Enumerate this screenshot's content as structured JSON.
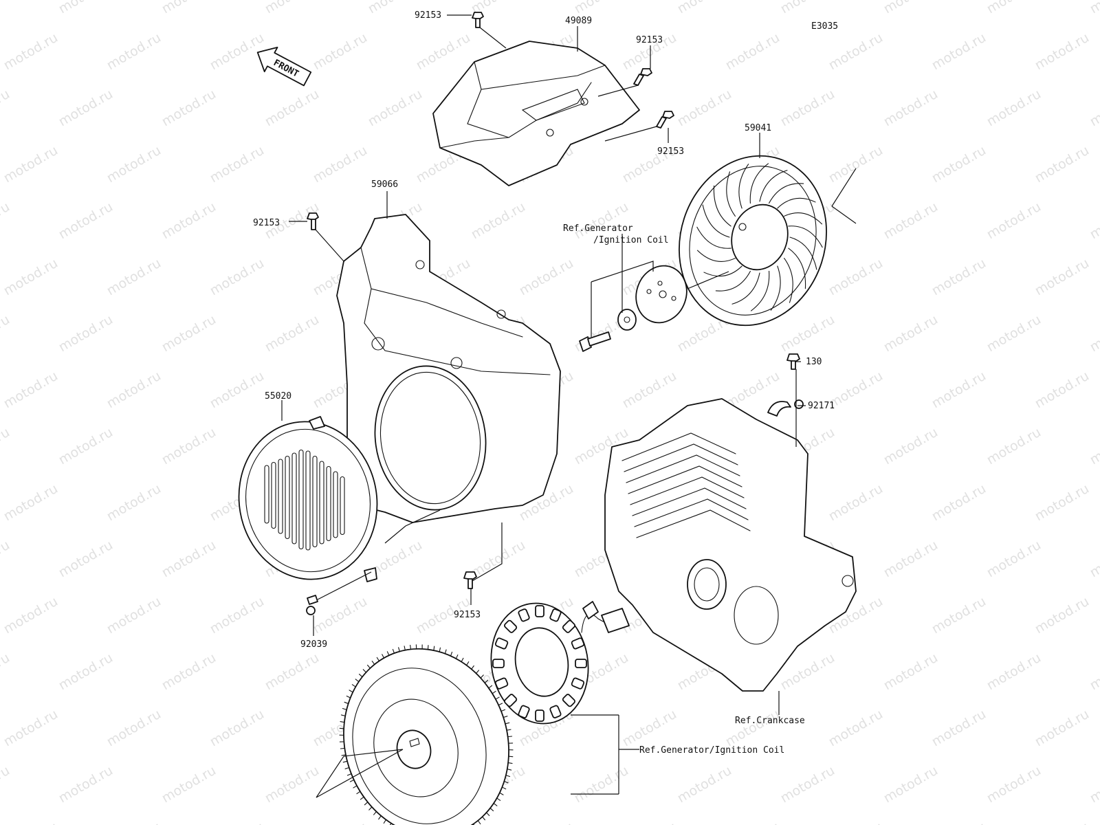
{
  "diagram_code": "E3035",
  "watermark": "motod.ru",
  "direction_label": "FRONT",
  "parts": {
    "cover_top": "49089",
    "bolt_a": "92153",
    "bolt_b": "92153",
    "bolt_c": "92153",
    "bolt_d": "92153",
    "bolt_e": "92153",
    "fan": "59041",
    "fan_housing": "59066",
    "screen": "55020",
    "screw_92039": "92039",
    "bolt_130": "130",
    "clamp": "92171"
  },
  "references": {
    "gen_ign_top_line1": "Ref.Generator",
    "gen_ign_top_line2": "/Ignition Coil",
    "crankcase": "Ref.Crankcase",
    "gen_ign_bottom": "Ref.Generator/Ignition Coil"
  }
}
